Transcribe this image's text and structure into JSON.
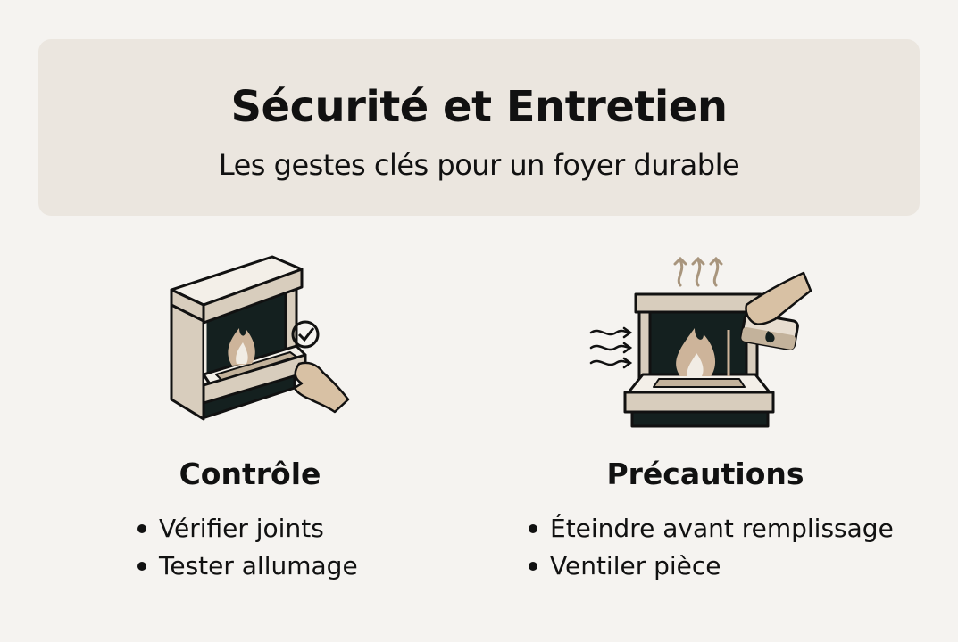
{
  "header": {
    "title": "Sécurité et Entretien",
    "subtitle": "Les gestes clés pour un foyer durable"
  },
  "columns": [
    {
      "title": "Contrôle",
      "illustration": "fireplace-check-icon",
      "items": [
        "Vérifier joints",
        "Tester allumage"
      ]
    },
    {
      "title": "Précautions",
      "illustration": "fireplace-refill-ventilate-icon",
      "items": [
        "Éteindre avant remplissage",
        "Ventiler pièce"
      ]
    }
  ],
  "colors": {
    "background": "#f5f3f0",
    "header_card": "#ebe6df",
    "beige": "#d8cdbd",
    "beige_dark": "#c3b29b",
    "firebox": "#14201f",
    "flame": "#cdb49a",
    "text": "#111111"
  }
}
